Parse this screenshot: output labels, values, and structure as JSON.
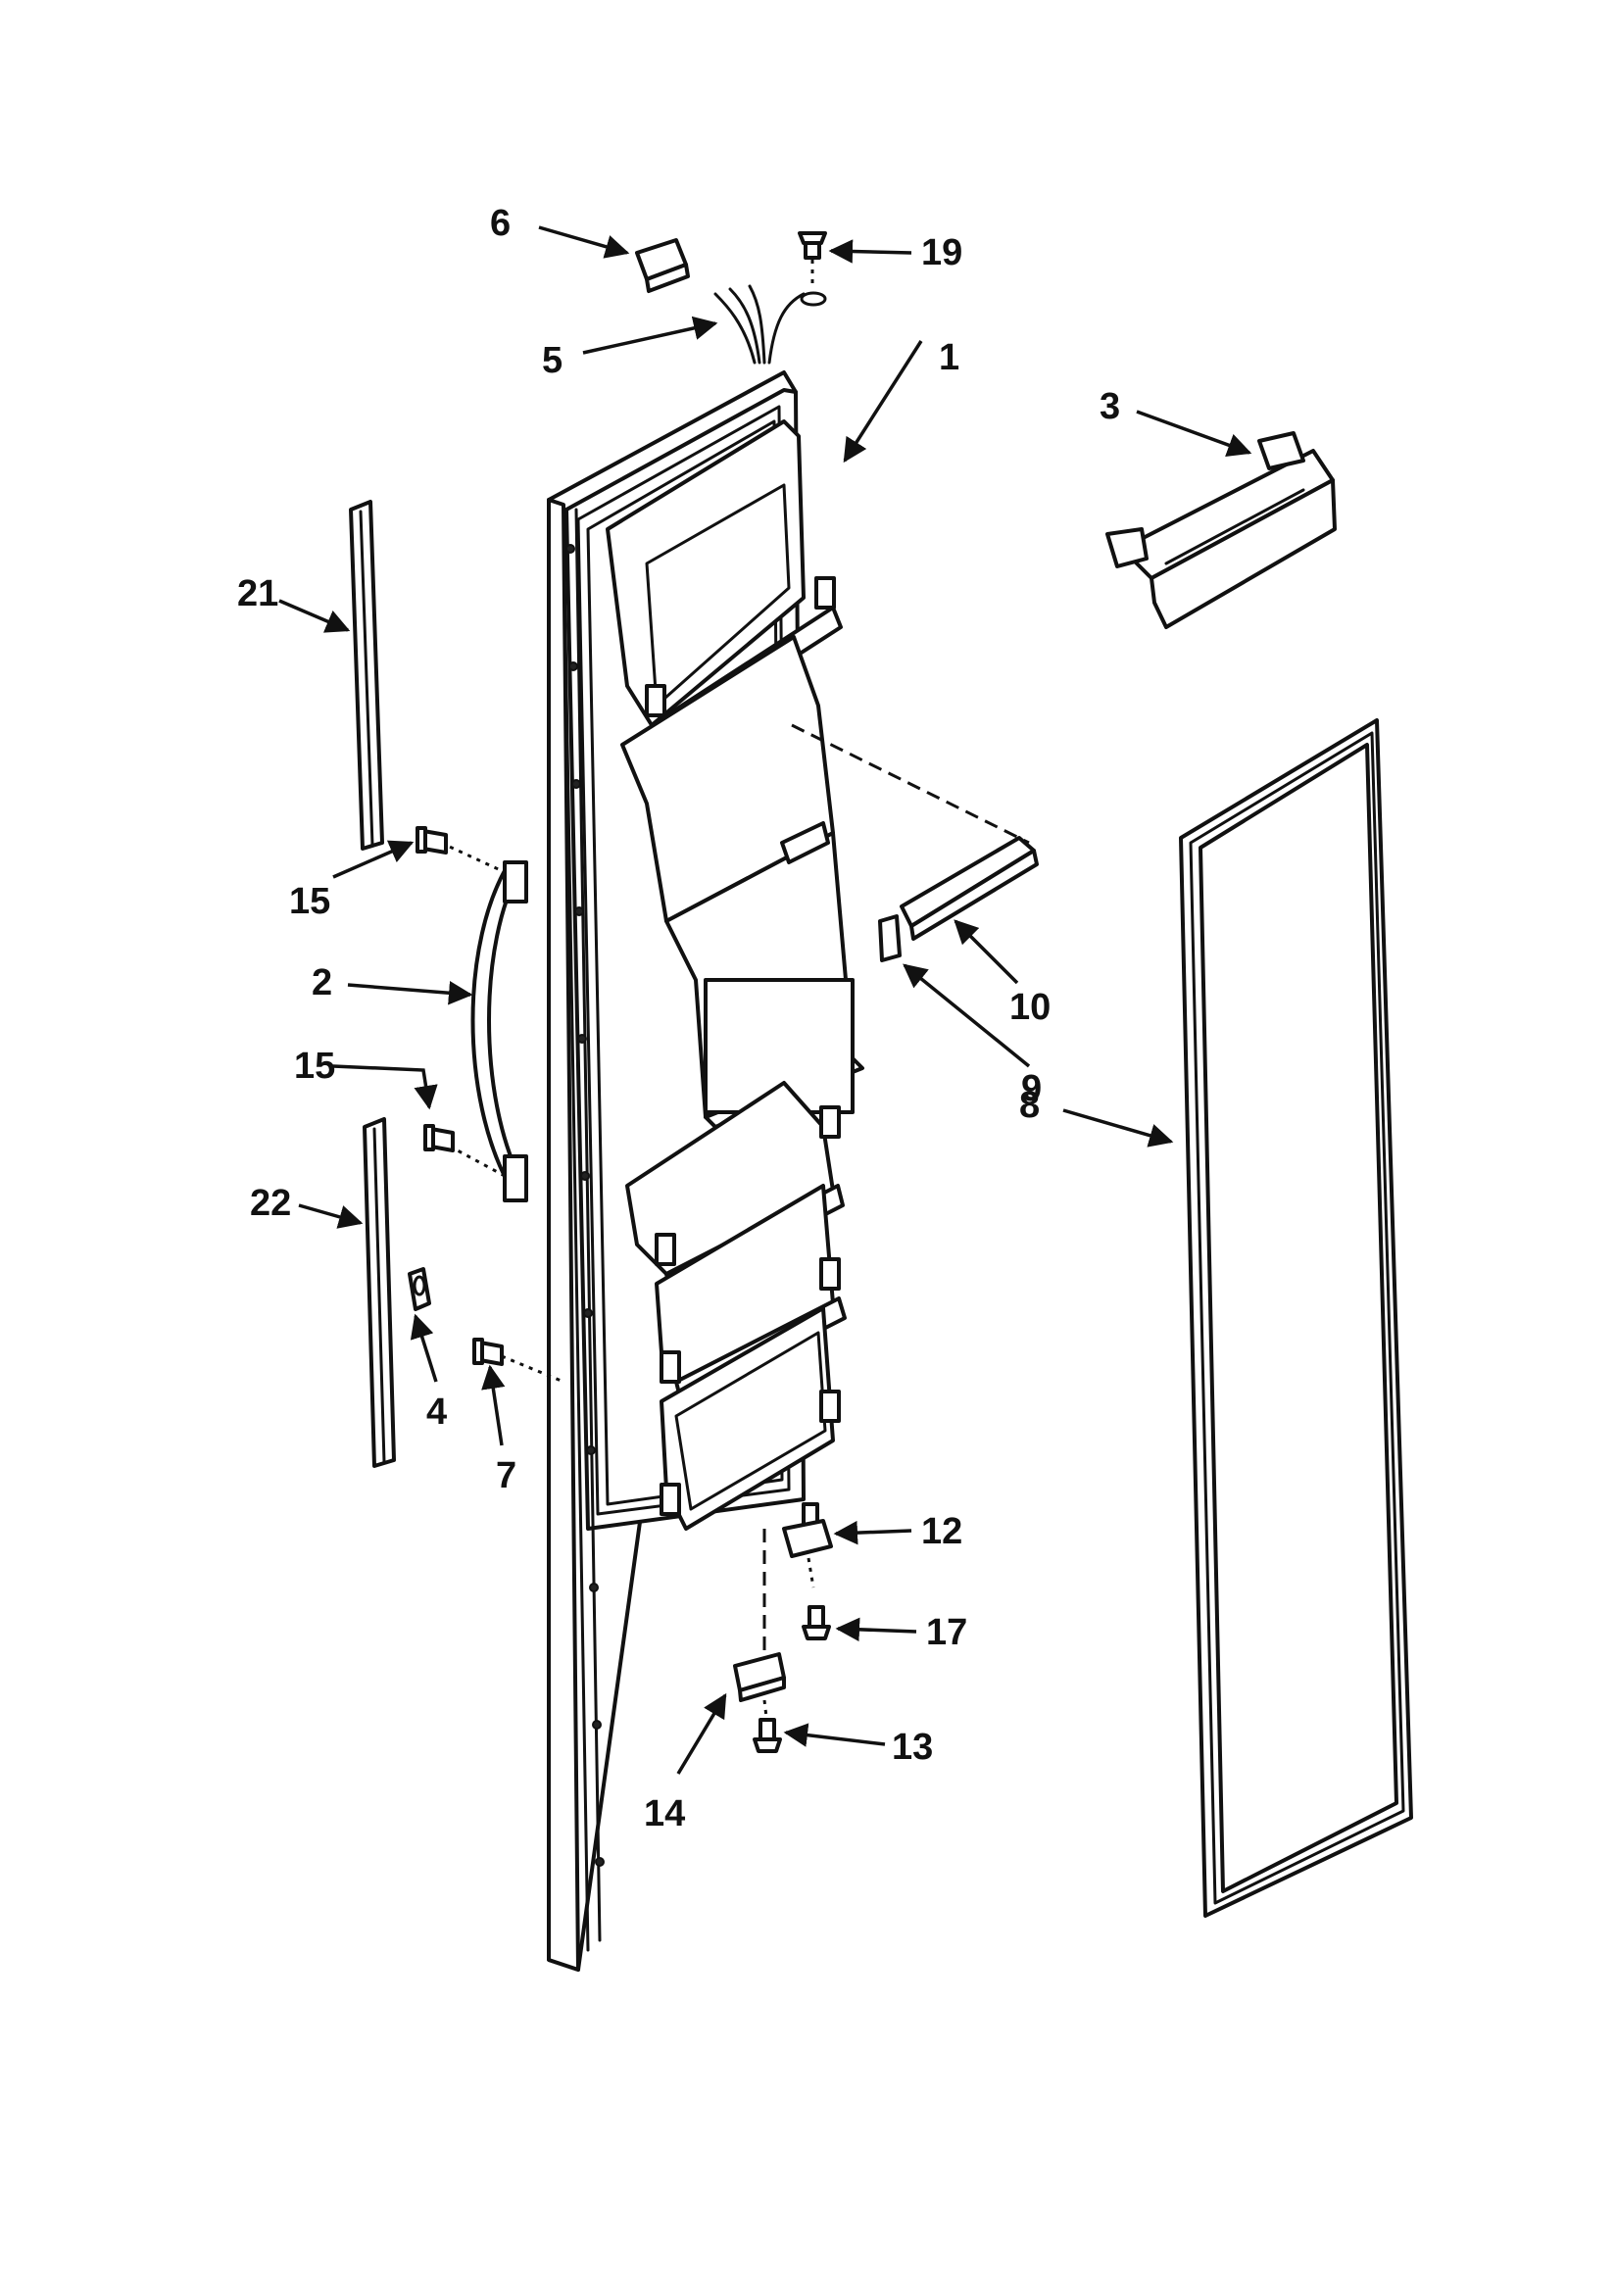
{
  "callouts": {
    "c1": "1",
    "c2": "2",
    "c3": "3",
    "c4": "4",
    "c5": "5",
    "c6": "6",
    "c7": "7",
    "c8": "8",
    "c9": "9",
    "c10": "10",
    "c12": "12",
    "c13": "13",
    "c14": "14",
    "c15a": "15",
    "c15b": "15",
    "c17": "17",
    "c19": "19",
    "c21": "21",
    "c22": "22"
  },
  "colors": {
    "line": "#111111",
    "background": "#ffffff"
  }
}
